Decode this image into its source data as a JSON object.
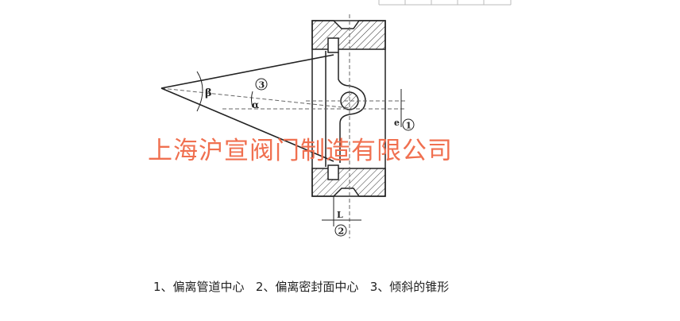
{
  "figure": {
    "labels": {
      "beta": "β",
      "alpha": "α",
      "circle1": "1",
      "circle2": "2",
      "circle3": "3",
      "L": "L",
      "e": "e"
    },
    "watermark": "上海沪宣阀门制造有限公司"
  },
  "caption": "1、偏离管道中心   2、偏离密封面中心   3、倾斜的锥形"
}
